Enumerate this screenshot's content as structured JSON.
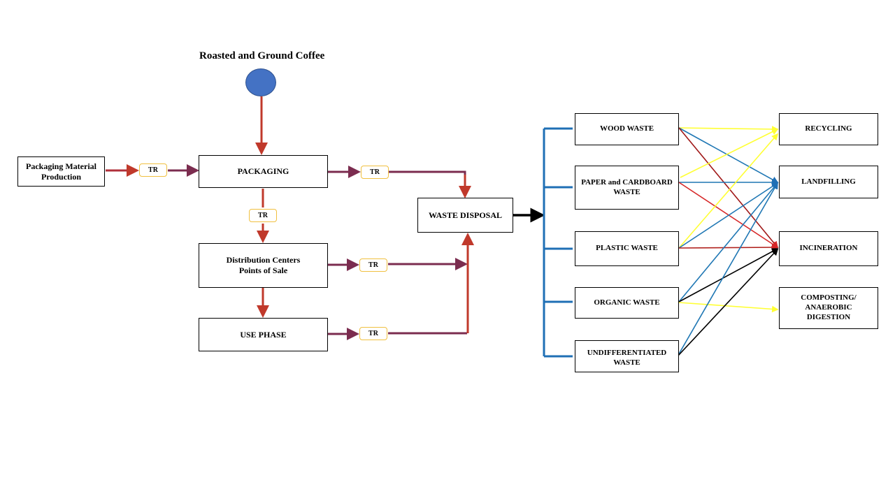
{
  "diagram": {
    "input_title": "Roasted and Ground Coffee",
    "input_node_icon": "circle-node",
    "nodes": {
      "packaging_material": "Packaging Material Production",
      "packaging": "PACKAGING",
      "distribution": "Distribution Centers\nPoints of Sale",
      "use_phase": "USE PHASE",
      "waste_disposal": "WASTE DISPOSAL"
    },
    "transport_label": "TR",
    "waste_streams": [
      "WOOD WASTE",
      "PAPER and CARDBOARD WASTE",
      "PLASTIC WASTE",
      "ORGANIC WASTE",
      "UNDIFFERENTIATED WASTE"
    ],
    "treatments": [
      "RECYCLING",
      "LANDFILLING",
      "INCINERATION",
      "COMPOSTING/ ANAEROBIC DIGESTION"
    ],
    "colors": {
      "flow_red": "#c0392b",
      "flow_purple": "#7b2c4f",
      "branch_blue": "#1f6fb5",
      "recycling_yellow": "#ffff33",
      "landfill_blue": "#1f77b4",
      "incineration_red": "#d62728",
      "black": "#000000"
    },
    "treatment_links": [
      {
        "from": "WOOD WASTE",
        "to": "RECYCLING",
        "color": "yellow"
      },
      {
        "from": "WOOD WASTE",
        "to": "LANDFILLING",
        "color": "blue"
      },
      {
        "from": "WOOD WASTE",
        "to": "INCINERATION",
        "color": "darkred"
      },
      {
        "from": "PAPER and CARDBOARD WASTE",
        "to": "RECYCLING",
        "color": "yellow"
      },
      {
        "from": "PAPER and CARDBOARD WASTE",
        "to": "LANDFILLING",
        "color": "blue"
      },
      {
        "from": "PAPER and CARDBOARD WASTE",
        "to": "INCINERATION",
        "color": "red"
      },
      {
        "from": "PLASTIC WASTE",
        "to": "RECYCLING",
        "color": "yellow"
      },
      {
        "from": "PLASTIC WASTE",
        "to": "LANDFILLING",
        "color": "blue"
      },
      {
        "from": "PLASTIC WASTE",
        "to": "INCINERATION",
        "color": "red"
      },
      {
        "from": "ORGANIC WASTE",
        "to": "LANDFILLING",
        "color": "blue"
      },
      {
        "from": "ORGANIC WASTE",
        "to": "INCINERATION",
        "color": "black"
      },
      {
        "from": "ORGANIC WASTE",
        "to": "COMPOSTING/ ANAEROBIC DIGESTION",
        "color": "yellow"
      },
      {
        "from": "UNDIFFERENTIATED WASTE",
        "to": "LANDFILLING",
        "color": "blue"
      },
      {
        "from": "UNDIFFERENTIATED WASTE",
        "to": "INCINERATION",
        "color": "black"
      }
    ]
  }
}
